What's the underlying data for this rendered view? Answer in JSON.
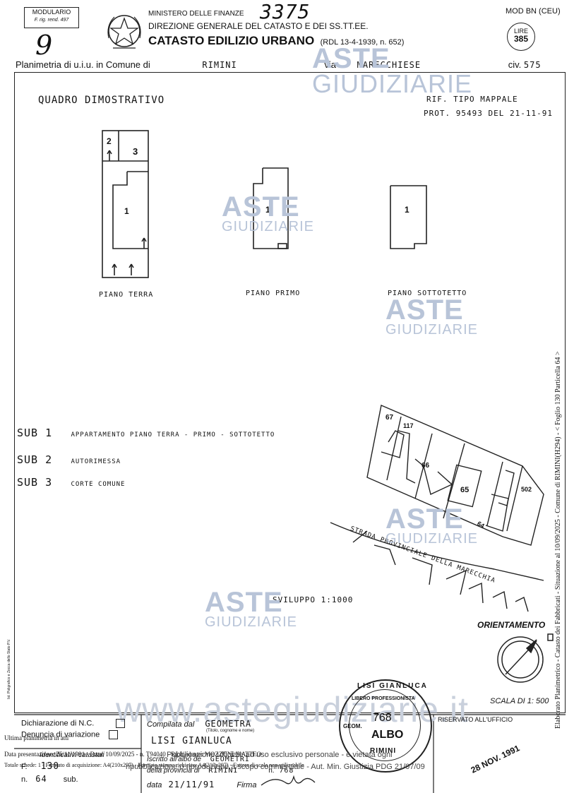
{
  "header": {
    "form_label": "MODULARIO",
    "form_ref": "F. rig. rend. 497",
    "handwritten_page": "9",
    "ministry": "MINISTERO DELLE FINANZE",
    "direction": "DIREZIONE GENERALE DEL CATASTO E DEI SS.TT.EE.",
    "catasto": "CATASTO EDILIZIO URBANO",
    "law": "(RDL 13-4-1939, n. 652)",
    "handwritten_number": "3375",
    "mod": "MOD BN (CEU)",
    "lire_label": "LIRE",
    "lire_value": "385",
    "planimetria_label": "Planimetria di u.i.u. in Comune di",
    "comune": "RIMINI",
    "via_label": "via",
    "via": "MARECCHIESE",
    "civ_label": "civ.",
    "civ": "575"
  },
  "main": {
    "title": "QUADRO DIMOSTRATIVO",
    "rif": "RIF. TIPO MAPPALE",
    "prot": "PROT. 95493 DEL 21-11-91",
    "plans": [
      {
        "label": "PIANO TERRA",
        "rooms": [
          "2",
          "3",
          "1"
        ]
      },
      {
        "label": "PIANO PRIMO",
        "rooms": [
          "1"
        ]
      },
      {
        "label": "PIANO SOTTOTETTO",
        "rooms": [
          "1"
        ]
      }
    ],
    "subs": [
      {
        "code": "SUB 1",
        "desc": "APPARTAMENTO PIANO TERRA - PRIMO - SOTTOTETTO"
      },
      {
        "code": "SUB 2",
        "desc": "AUTORIMESSA"
      },
      {
        "code": "SUB 3",
        "desc": "CORTE COMUNE"
      }
    ],
    "map": {
      "parcels": [
        "67",
        "117",
        "66",
        "65",
        "502",
        "64"
      ],
      "road": "STRADA PROVINCIALE DELLA MARECCHIA"
    },
    "sviluppo": "SVILUPPO 1:1000",
    "orientamento": "ORIENTAMENTO",
    "scala": "SCALA DI 1: 500"
  },
  "watermark": {
    "brand_top": "ASTE",
    "brand_bottom": "GIUDIZIARIE",
    "site": "www.astegiudiziarie.it"
  },
  "side_note": "Elaborato Planimetrico - Catasto dei Fabbricati - Situazione al 10/09/2025 - Comune di RIMINI(H294) - < Foglio 130 Particella 64 >",
  "printer_note": "Ist. Poligrafico e Zecca dello Stato P.V.",
  "footer": {
    "dichiarazione": "Dichiarazione di N.C.",
    "denuncia": "Denuncia di variazione",
    "identificativi": "Identificativi catastali",
    "f_label": "F.",
    "f_value": "130",
    "n_label": "n.",
    "n_value": "64",
    "sub_label": "sub.",
    "compilata": "Compilata dal",
    "compilata_value": "GEOMETRA",
    "titolo_hint": "(Titolo, cognome e nome)",
    "nome": "LISI GIANLUCA",
    "iscritto": "Iscritto all'albo de",
    "iscritto_value": "GEOMETRI",
    "provincia": "della provincia di",
    "provincia_value": "RIMINI",
    "numero_label": "n.",
    "numero_value": "768",
    "data_label": "data",
    "data_value": "21/11/91",
    "firma": "Firma",
    "riservato": "RISERVATO ALL'UFFICIO",
    "stamp_top": "LISI GIANLUCA",
    "stamp_ring": "LIBERO PROFESSIONISTA",
    "stamp_num": "768",
    "stamp_city": "RIMINI",
    "stamp_albo": "ALBO",
    "stamp_geom": "GEOM.",
    "received_stamp": "28 NOV. 1991",
    "overlay1": "Ultima planimetria in atti",
    "overlay2": "Data presentazione: 26/11/1991 - Data: 10/09/2025 - n. T94040 - Richiedente: MOZZONI MATTEO",
    "overlay3": "Totale schede: 1 - Formato di acquisizione: A4(210x297) - Formato stampa richiesto: A4(210x297) - Fattore di scala non utilizzabile",
    "pubblicazione1": "Pubblicazione ufficiale ad uso esclusivo personale - è vietata ogni",
    "pubblicazione2": "ripubblicazione o riproduzione a scopo commerciale - Aut. Min. Giustizia PDG 21/07/09"
  }
}
